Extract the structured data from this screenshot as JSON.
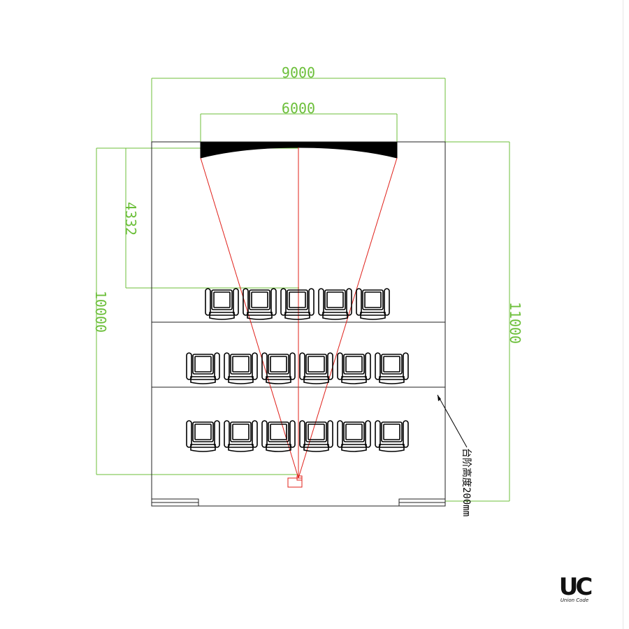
{
  "dimensions": {
    "outer_width": "9000",
    "screen_width": "6000",
    "left_depth": "10000",
    "viewing_distance": "4332",
    "outer_depth": "11000"
  },
  "annotation": {
    "step_note": "台阶高度200mm"
  },
  "seating": {
    "rows": [
      5,
      6,
      6
    ]
  },
  "logo": {
    "mark": "UC",
    "text": "Union Code"
  },
  "colors": {
    "dimension": "#6cbf3a",
    "sightline": "#e0201a",
    "line": "#222222"
  }
}
